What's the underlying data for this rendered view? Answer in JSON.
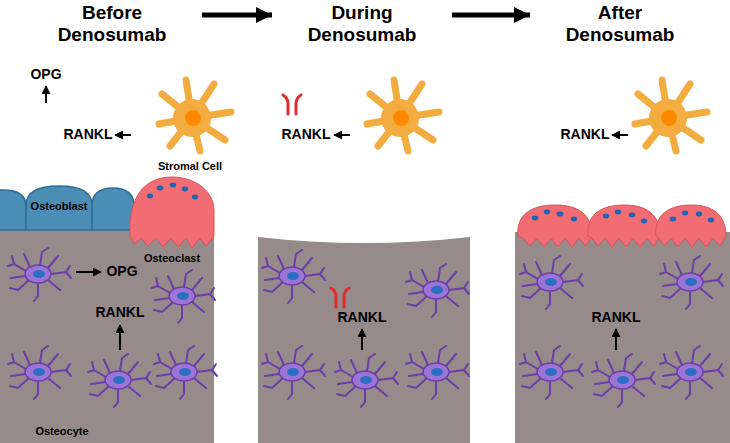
{
  "diagram": {
    "nodes": [
      {
        "text": [
          "Before Denosumab"
        ]
      },
      {
        "text": [
          "During Denosumab"
        ]
      },
      {
        "text": [
          "After Denosumab"
        ]
      }
    ],
    "edges": [
      {
        "from": 0,
        "to": 1,
        "arrow": "to"
      },
      {
        "from": 1,
        "to": 2,
        "arrow": "to"
      }
    ],
    "labels": [
      "RANKL",
      "Stromal Cell",
      "OPG",
      "Osteoblast",
      "Osteoclast",
      "OPG",
      "RANKL",
      "Osteocyte",
      "RANKL",
      "RANKL",
      "RANKL",
      "RANKL"
    ]
  }
}
